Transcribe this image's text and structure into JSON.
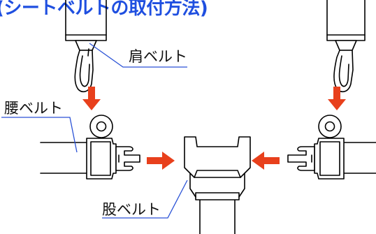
{
  "diagram": {
    "title": "(シートベルトの取付方法)",
    "labels": {
      "shoulder_belt": "肩ベルト",
      "waist_belt": "腰ベルト",
      "crotch_belt": "股ベルト"
    },
    "colors": {
      "title": "#1f4fe0",
      "arrow": "#e8401c",
      "leader_line": "#2a52d6",
      "outline": "#000000"
    }
  }
}
